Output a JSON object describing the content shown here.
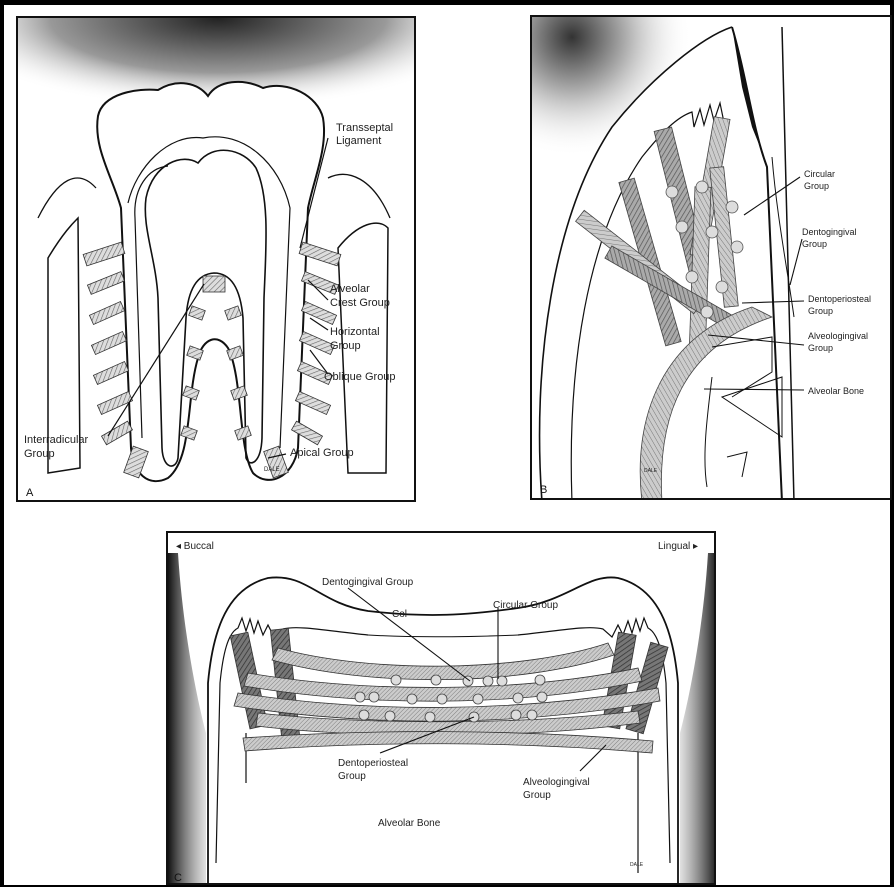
{
  "panel_a": {
    "letter": "A",
    "labels": {
      "transseptal_1": "Transseptal",
      "transseptal_2": "Ligament",
      "alveolar_crest_1": "Alveolar",
      "alveolar_crest_2": "Crest Group",
      "horizontal_1": "Horizontal",
      "horizontal_2": "Group",
      "oblique": "Oblique Group",
      "interradicular_1": "Interradicular",
      "interradicular_2": "Group",
      "apical": "Apical Group",
      "signature": "DALE"
    }
  },
  "panel_b": {
    "letter": "B",
    "labels": {
      "circular_1": "Circular",
      "circular_2": "Group",
      "dentogingival_1": "Dentogingival",
      "dentogingival_2": "Group",
      "dentoperiosteal_1": "Dentoperiosteal",
      "dentoperiosteal_2": "Group",
      "alveologingival_1": "Alveologingival",
      "alveologingival_2": "Group",
      "alveolar_bone": "Alveolar Bone",
      "signature": "DALE"
    }
  },
  "panel_c": {
    "letter": "C",
    "labels": {
      "buccal": "◂ Buccal",
      "lingual": "Lingual ▸",
      "dentogingival": "Dentogingival Group",
      "col": "Col",
      "circular": "Circular Group",
      "dentoperiosteal_1": "Dentoperiosteal",
      "dentoperiosteal_2": "Group",
      "alveologingival_1": "Alveologingival",
      "alveologingival_2": "Group",
      "alveolar_bone": "Alveolar Bone",
      "signature": "DALE"
    }
  }
}
